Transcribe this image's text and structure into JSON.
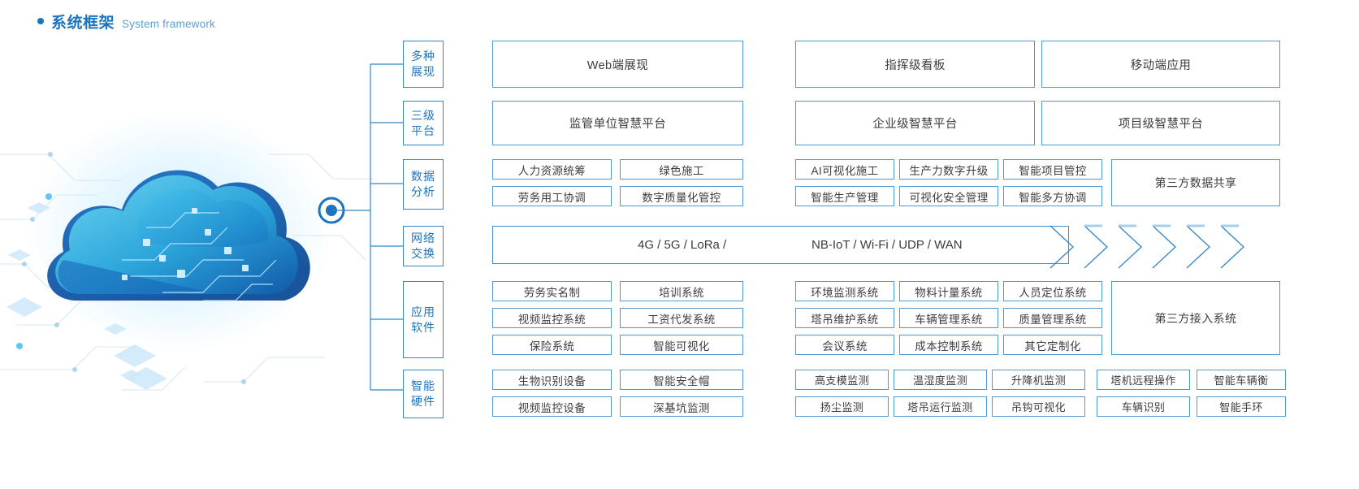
{
  "heading": {
    "bullet": "bullet-dot",
    "title_cn": "系统框架",
    "title_en": "System framework"
  },
  "artwork": {
    "name": "cloud-network-illustration",
    "node_label": "cloud-hub-node"
  },
  "rows": [
    {
      "key": "presentation",
      "label_line1": "多种",
      "label_line2": "展现",
      "cells_left": [
        {
          "text": "Web端展现"
        }
      ],
      "cells_right": [
        {
          "text": "指挥级看板"
        },
        {
          "text": "移动端应用"
        }
      ]
    },
    {
      "key": "platform",
      "label_line1": "三级",
      "label_line2": "平台",
      "cells_left": [
        {
          "text": "监管单位智慧平台"
        }
      ],
      "cells_right": [
        {
          "text": "企业级智慧平台"
        },
        {
          "text": "项目级智慧平台"
        }
      ]
    },
    {
      "key": "data-analysis",
      "label_line1": "数据",
      "label_line2": "分析",
      "left_grid": [
        [
          "人力资源统筹",
          "绿色施工"
        ],
        [
          "劳务用工协调",
          "数字质量化管控"
        ]
      ],
      "right_grid": [
        [
          "AI可视化施工",
          "生产力数字升级",
          "智能项目管控"
        ],
        [
          "智能生产管理",
          "可视化安全管理",
          "智能多方协调"
        ]
      ],
      "tail": "第三方数据共享"
    },
    {
      "key": "network",
      "label_line1": "网络",
      "label_line2": "交换",
      "segments": [
        "4G / 5G / LoRa /",
        "NB-IoT / Wi-Fi / UDP / WAN"
      ],
      "chevron_count": 6
    },
    {
      "key": "application-software",
      "label_line1": "应用",
      "label_line2": "软件",
      "left_grid": [
        [
          "劳务实名制",
          "培训系统"
        ],
        [
          "视频监控系统",
          "工资代发系统"
        ],
        [
          "保险系统",
          "智能可视化"
        ]
      ],
      "right_grid": [
        [
          "环境监测系统",
          "物料计量系统",
          "人员定位系统"
        ],
        [
          "塔吊维护系统",
          "车辆管理系统",
          "质量管理系统"
        ],
        [
          "会议系统",
          "成本控制系统",
          "其它定制化"
        ]
      ],
      "tail": "第三方接入系统"
    },
    {
      "key": "smart-hardware",
      "label_line1": "智能",
      "label_line2": "硬件",
      "left_grid": [
        [
          "生物识别设备",
          "智能安全帽"
        ],
        [
          "视频监控设备",
          "深基坑监测"
        ]
      ],
      "right_grid": [
        [
          "高支模监测",
          "温湿度监测",
          "升降机监测",
          "塔机远程操作",
          "智能车辆衡"
        ],
        [
          "扬尘监测",
          "塔吊运行监测",
          "吊钩可视化",
          "车辆识别",
          "智能手环"
        ]
      ]
    }
  ],
  "colors": {
    "accent_blue": "#1b74bd",
    "border_blue": "#4f9ad4",
    "label_border": "#2f86c8",
    "subtitle_blue": "#5c9fd0",
    "text_gray": "#3c3c3c",
    "cloud_dark": "#1766b5",
    "cloud_light": "#49c3e8"
  }
}
